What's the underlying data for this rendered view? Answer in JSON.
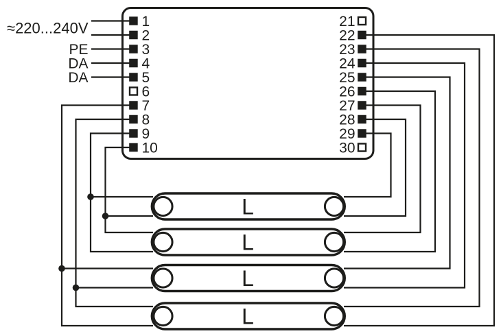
{
  "diagram": {
    "kind": "ballast-lamp-wiring-diagram",
    "colors": {
      "line": "#1d1d1b",
      "background": "#ffffff"
    }
  },
  "labels": {
    "mains": "≈220...240V",
    "pe": "PE",
    "da1": "DA",
    "da2": "DA"
  },
  "device": {
    "left_terminals": [
      {
        "number": "1",
        "style": "filled"
      },
      {
        "number": "2",
        "style": "filled"
      },
      {
        "number": "3",
        "style": "filled"
      },
      {
        "number": "4",
        "style": "filled"
      },
      {
        "number": "5",
        "style": "filled"
      },
      {
        "number": "6",
        "style": "open"
      },
      {
        "number": "7",
        "style": "filled"
      },
      {
        "number": "8",
        "style": "filled"
      },
      {
        "number": "9",
        "style": "filled"
      },
      {
        "number": "10",
        "style": "filled"
      }
    ],
    "right_terminals": [
      {
        "number": "21",
        "style": "open"
      },
      {
        "number": "22",
        "style": "filled"
      },
      {
        "number": "23",
        "style": "filled"
      },
      {
        "number": "24",
        "style": "filled"
      },
      {
        "number": "25",
        "style": "filled"
      },
      {
        "number": "26",
        "style": "filled"
      },
      {
        "number": "27",
        "style": "filled"
      },
      {
        "number": "28",
        "style": "filled"
      },
      {
        "number": "29",
        "style": "filled"
      },
      {
        "number": "30",
        "style": "open"
      }
    ]
  },
  "lamps": [
    {
      "label": "L"
    },
    {
      "label": "L"
    },
    {
      "label": "L"
    },
    {
      "label": "L"
    }
  ],
  "connections": {
    "mains": [
      {
        "terminal": "1",
        "signal": "≈220...240V"
      },
      {
        "terminal": "2",
        "signal": "≈220...240V"
      },
      {
        "terminal": "3",
        "signal": "PE"
      },
      {
        "terminal": "4",
        "signal": "DA"
      },
      {
        "terminal": "5",
        "signal": "DA"
      }
    ],
    "left": [
      {
        "terminal": "7",
        "pins": [
          "lamp3-top",
          "lamp4-bottom"
        ]
      },
      {
        "terminal": "8",
        "pins": [
          "lamp3-bottom",
          "lamp4-top"
        ]
      },
      {
        "terminal": "9",
        "pins": [
          "lamp1-top",
          "lamp2-bottom"
        ]
      },
      {
        "terminal": "10",
        "pins": [
          "lamp1-bottom",
          "lamp2-top"
        ]
      }
    ],
    "right": [
      {
        "terminal": "22",
        "pin": "lamp4-bottom"
      },
      {
        "terminal": "23",
        "pin": "lamp4-top"
      },
      {
        "terminal": "24",
        "pin": "lamp3-bottom"
      },
      {
        "terminal": "25",
        "pin": "lamp3-top"
      },
      {
        "terminal": "26",
        "pin": "lamp2-bottom"
      },
      {
        "terminal": "27",
        "pin": "lamp2-top"
      },
      {
        "terminal": "28",
        "pin": "lamp1-bottom"
      },
      {
        "terminal": "29",
        "pin": "lamp1-top"
      }
    ]
  }
}
